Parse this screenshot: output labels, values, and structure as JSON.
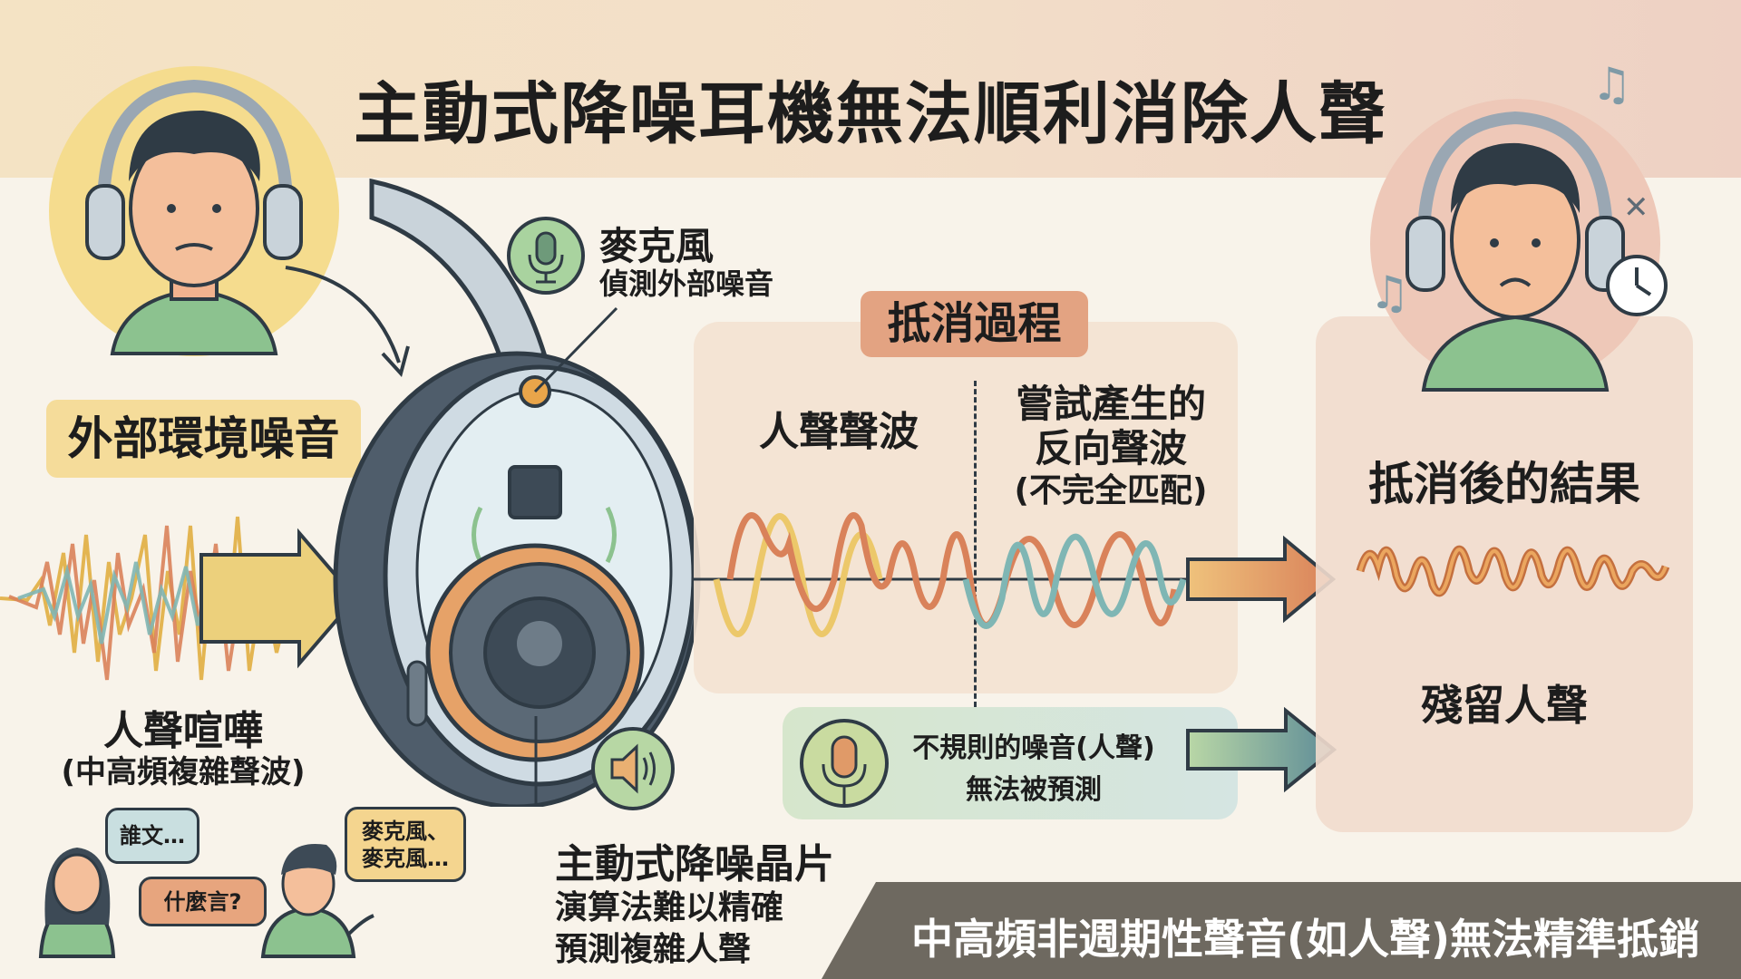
{
  "title": "主動式降噪耳機無法順利消除人聲",
  "left": {
    "noise_label": "外部環境噪音",
    "voice_title": "人聲喧嘩",
    "voice_sub": "(中高頻複雜聲波)",
    "bubbles": [
      "誰文…",
      "什麼言?",
      "麥克風、",
      "麥克風…"
    ]
  },
  "headphone": {
    "mic_title": "麥克風",
    "mic_sub": "偵測外部噪音",
    "chip_title": "主動式降噪晶片",
    "chip_line1": "演算法難以精確",
    "chip_line2": "預測複雜人聲"
  },
  "process": {
    "badge": "抵消過程",
    "voice_wave": "人聲聲波",
    "anti_line1": "嘗試產生的",
    "anti_line2": "反向聲波",
    "anti_line3": "(不完全匹配)",
    "irregular_line1": "不規則的噪音(人聲)",
    "irregular_line2": "無法被預測"
  },
  "result": {
    "title": "抵消後的結果",
    "residual": "殘留人聲"
  },
  "banner": "中高頻非週期性聲音(如人聲)無法精準抵銷",
  "colors": {
    "orange": "#d9825a",
    "yellow": "#ecc86a",
    "teal": "#7fb6b4",
    "dark": "#2f3b45"
  }
}
